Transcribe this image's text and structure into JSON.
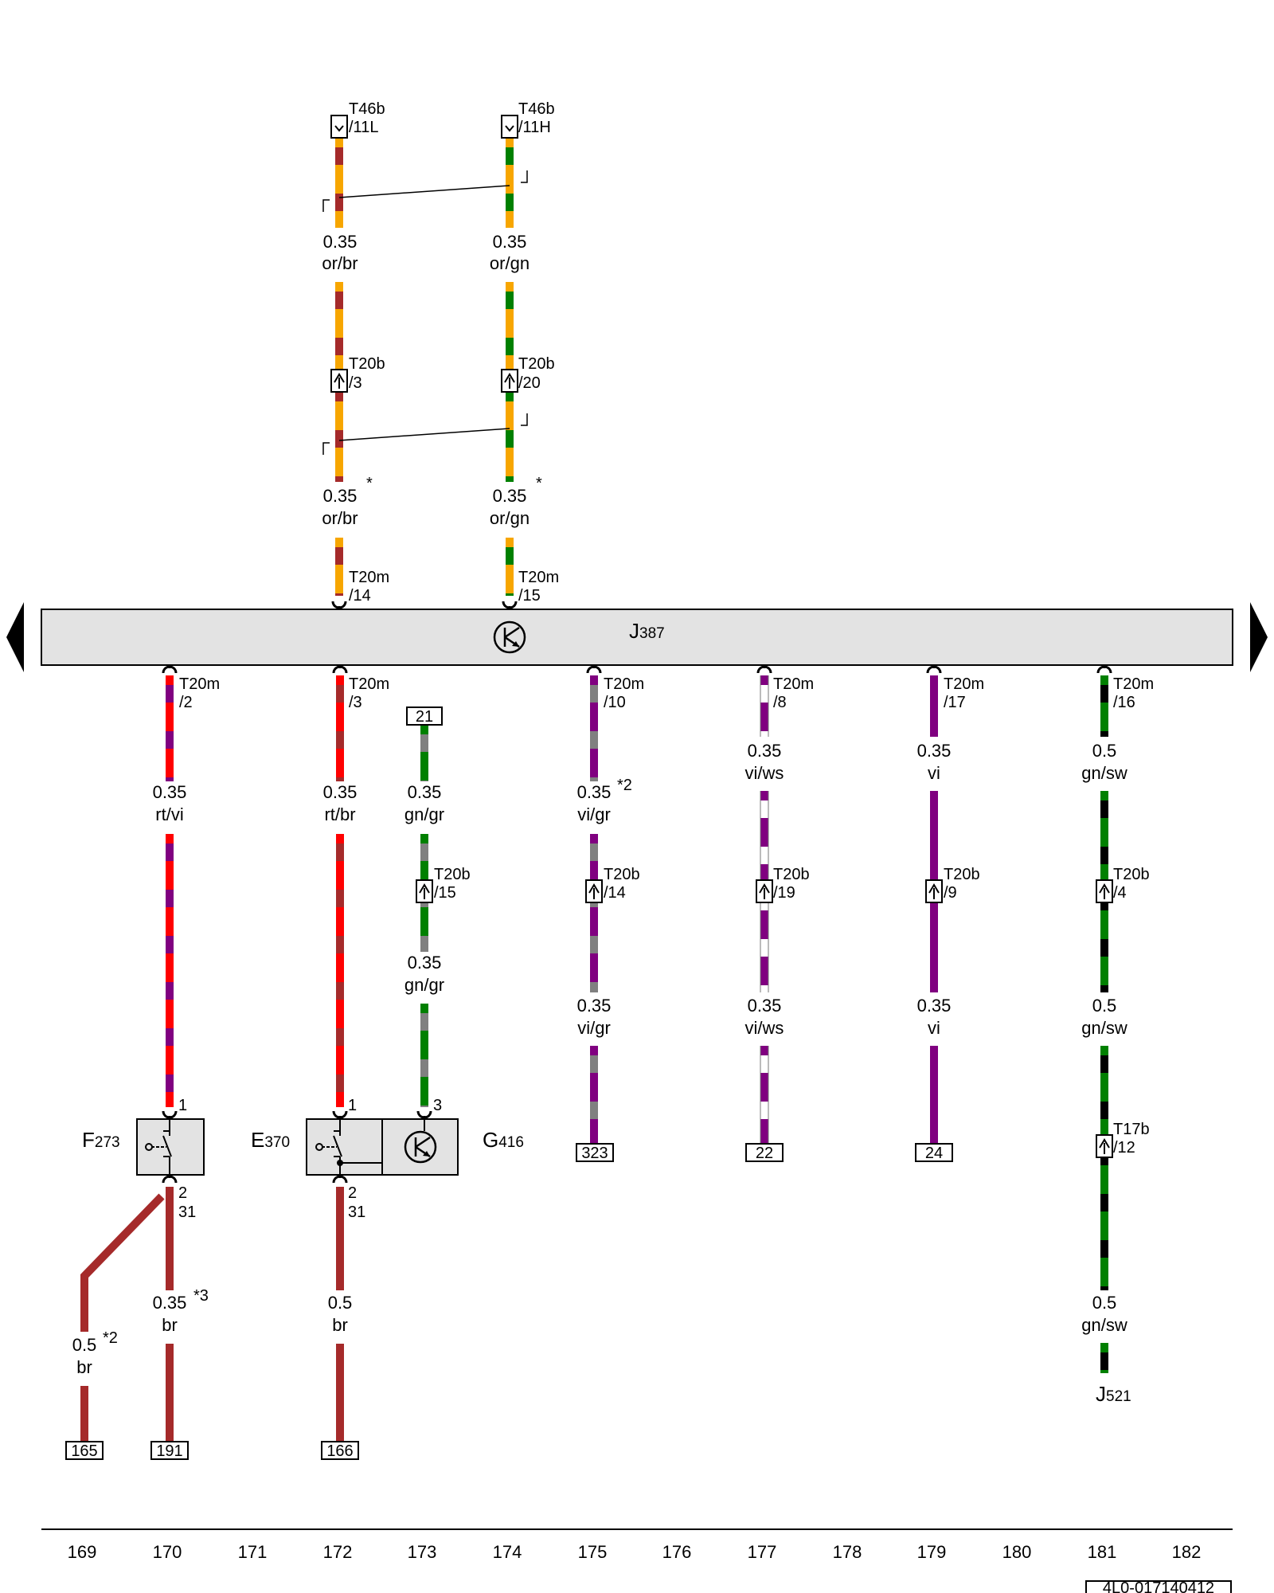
{
  "module": {
    "name": "J",
    "sub": "387"
  },
  "doc_id": "4L0-017140412",
  "wires": [
    {
      "id": "w1a",
      "colors": [
        "orange",
        "brown"
      ],
      "gauge": "0.35",
      "code": "or/br"
    },
    {
      "id": "w1b",
      "colors": [
        "orange",
        "brown"
      ],
      "gauge": "0.35",
      "code": "or/br",
      "note": "*"
    },
    {
      "id": "w2a",
      "colors": [
        "orange",
        "green"
      ],
      "gauge": "0.35",
      "code": "or/gn"
    },
    {
      "id": "w2b",
      "colors": [
        "orange",
        "green"
      ],
      "gauge": "0.35",
      "code": "or/gn",
      "note": "*"
    },
    {
      "id": "w3",
      "colors": [
        "red",
        "violet"
      ],
      "gauge": "0.35",
      "code": "rt/vi"
    },
    {
      "id": "w4",
      "colors": [
        "red",
        "brown"
      ],
      "gauge": "0.35",
      "code": "rt/br"
    },
    {
      "id": "w5a",
      "colors": [
        "green",
        "grey"
      ],
      "gauge": "0.35",
      "code": "gn/gr"
    },
    {
      "id": "w5b",
      "colors": [
        "green",
        "grey"
      ],
      "gauge": "0.35",
      "code": "gn/gr"
    },
    {
      "id": "w6a",
      "colors": [
        "violet",
        "grey"
      ],
      "gauge": "0.35",
      "code": "vi/gr",
      "note": "*2"
    },
    {
      "id": "w6b",
      "colors": [
        "violet",
        "grey"
      ],
      "gauge": "0.35",
      "code": "vi/gr"
    },
    {
      "id": "w7a",
      "colors": [
        "violet",
        "white"
      ],
      "gauge": "0.35",
      "code": "vi/ws"
    },
    {
      "id": "w7b",
      "colors": [
        "violet",
        "white"
      ],
      "gauge": "0.35",
      "code": "vi/ws"
    },
    {
      "id": "w8a",
      "colors": [
        "violet"
      ],
      "gauge": "0.35",
      "code": "vi"
    },
    {
      "id": "w8b",
      "colors": [
        "violet"
      ],
      "gauge": "0.35",
      "code": "vi"
    },
    {
      "id": "w9a",
      "colors": [
        "green",
        "black"
      ],
      "gauge": "0.5",
      "code": "gn/sw"
    },
    {
      "id": "w9b",
      "colors": [
        "green",
        "black"
      ],
      "gauge": "0.5",
      "code": "gn/sw"
    },
    {
      "id": "w9c",
      "colors": [
        "green",
        "black"
      ],
      "gauge": "0.5",
      "code": "gn/sw"
    },
    {
      "id": "w10",
      "colors": [
        "brown"
      ],
      "gauge": "0.5",
      "code": "br",
      "note": "*2"
    },
    {
      "id": "w11",
      "colors": [
        "brown"
      ],
      "gauge": "0.35",
      "code": "br",
      "note": "*3"
    },
    {
      "id": "w12",
      "colors": [
        "brown"
      ],
      "gauge": "0.5",
      "code": "br"
    }
  ],
  "connectors": [
    {
      "id": "c1",
      "name": "T46b",
      "pin": "/11L"
    },
    {
      "id": "c2",
      "name": "T46b",
      "pin": "/11H"
    },
    {
      "id": "c3",
      "name": "T20b",
      "pin": "/3"
    },
    {
      "id": "c4",
      "name": "T20b",
      "pin": "/20"
    },
    {
      "id": "c5",
      "name": "T20m",
      "pin": "/14"
    },
    {
      "id": "c6",
      "name": "T20m",
      "pin": "/15"
    },
    {
      "id": "c7",
      "name": "T20m",
      "pin": "/2"
    },
    {
      "id": "c8",
      "name": "T20m",
      "pin": "/3"
    },
    {
      "id": "c9",
      "name": "T20m",
      "pin": "/10"
    },
    {
      "id": "c10",
      "name": "T20m",
      "pin": "/8"
    },
    {
      "id": "c11",
      "name": "T20m",
      "pin": "/17"
    },
    {
      "id": "c12",
      "name": "T20m",
      "pin": "/16"
    },
    {
      "id": "c13",
      "name": "T20b",
      "pin": "/15"
    },
    {
      "id": "c14",
      "name": "T20b",
      "pin": "/14"
    },
    {
      "id": "c15",
      "name": "T20b",
      "pin": "/19"
    },
    {
      "id": "c16",
      "name": "T20b",
      "pin": "/9"
    },
    {
      "id": "c17",
      "name": "T20b",
      "pin": "/4"
    },
    {
      "id": "c18",
      "name": "T17b",
      "pin": "/12"
    }
  ],
  "components": [
    {
      "id": "f273",
      "name": "F",
      "sub": "273",
      "pin_top": "1",
      "pin_bottom": "2",
      "ground": "31"
    },
    {
      "id": "e370",
      "name": "E",
      "sub": "370",
      "pin_top": "1",
      "pin_bottom": "2",
      "ground": "31"
    },
    {
      "id": "g416",
      "name": "G",
      "sub": "416",
      "pin_top": "3"
    },
    {
      "id": "j521",
      "name": "J",
      "sub": "521"
    }
  ],
  "refs": [
    "21",
    "323",
    "22",
    "24",
    "165",
    "191",
    "166"
  ],
  "columns": [
    "169",
    "170",
    "171",
    "172",
    "173",
    "174",
    "175",
    "176",
    "177",
    "178",
    "179",
    "180",
    "181",
    "182"
  ],
  "colors": {
    "orange": "#f7a600",
    "brown": "#a52a2a",
    "green": "#008000",
    "red": "#ff0000",
    "violet": "#800080",
    "grey": "#808080",
    "white": "#ffffff",
    "black": "#000000",
    "module_fill": "#e3e3e3"
  }
}
